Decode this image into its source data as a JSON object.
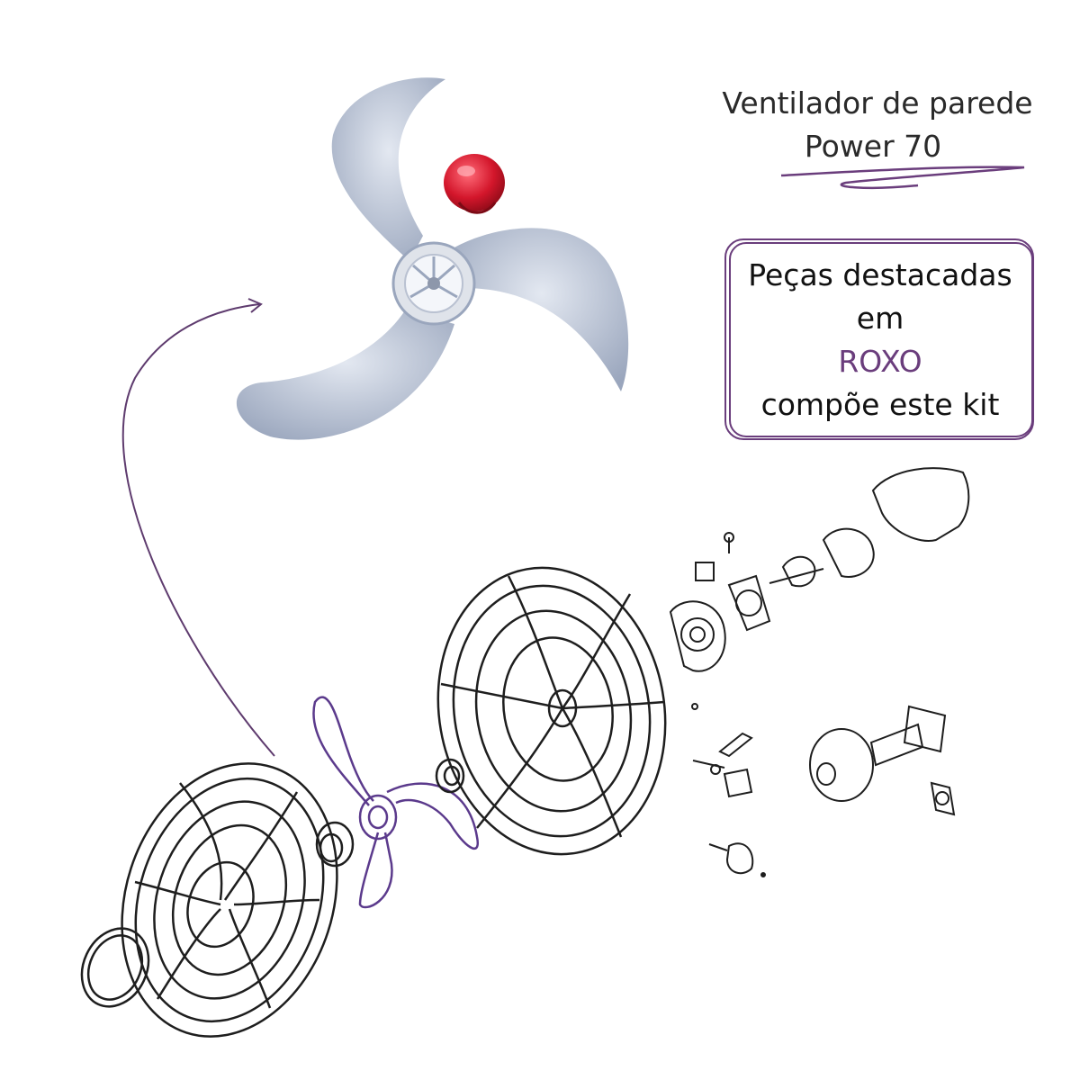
{
  "heading": {
    "line1": "Ventilador de parede",
    "line2": "Power 70"
  },
  "callout": {
    "line1": "Peças destacadas",
    "line2": "em",
    "line3": "ROXO",
    "line4": "compõe este kit"
  },
  "colors": {
    "accent": "#6a3d7c",
    "blade_fill": "#c5ccdb",
    "cap_red": "#d3162b",
    "line_art": "#222222"
  },
  "icons": [
    "fan-blade-icon",
    "spinner-cap-icon",
    "front-grille-icon",
    "rear-grille-icon",
    "motor-housing-icon",
    "wall-mount-icon"
  ]
}
